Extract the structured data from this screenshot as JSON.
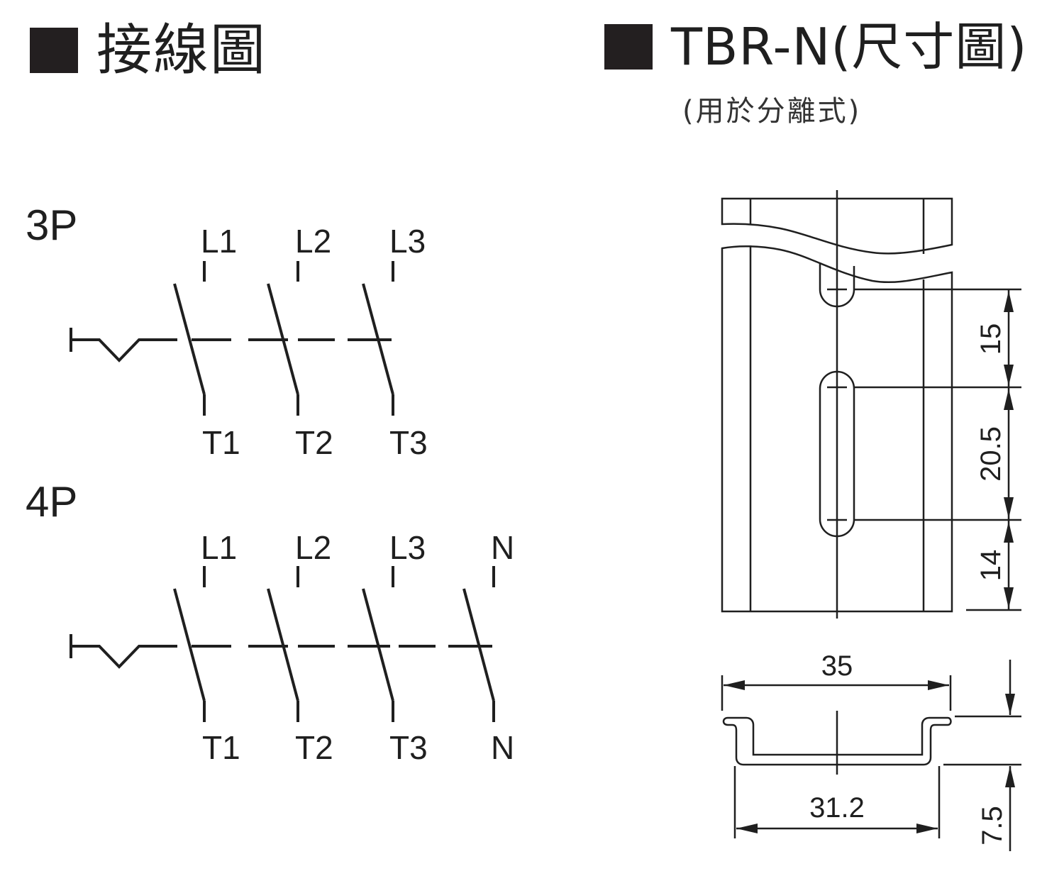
{
  "left_heading": "接線圖",
  "right_heading": "TBR-N(尺寸圖)",
  "right_subheading": "(用於分離式)",
  "wiring_3p": {
    "label": "3P",
    "top_terminals": [
      "L1",
      "L2",
      "L3"
    ],
    "bottom_terminals": [
      "T1",
      "T2",
      "T3"
    ]
  },
  "wiring_4p": {
    "label": "4P",
    "top_terminals": [
      "L1",
      "L2",
      "L3",
      "N"
    ],
    "bottom_terminals": [
      "T1",
      "T2",
      "T3",
      "N"
    ]
  },
  "dimensions": {
    "hole_spacing_1": "15",
    "slot_length": "20.5",
    "bottom_distance": "14",
    "rail_width": "35",
    "rail_inner_width": "31.2",
    "rail_height": "7.5"
  }
}
